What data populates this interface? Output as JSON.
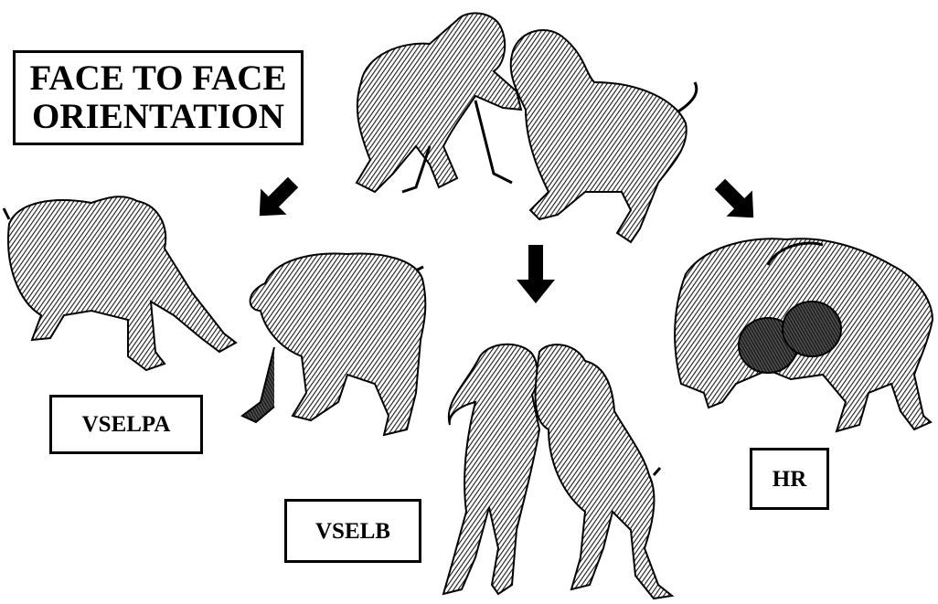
{
  "title_box": {
    "line1": "FACE TO FACE",
    "line2": "ORIENTATION"
  },
  "labels": {
    "vselpa": "VSELPA",
    "vselb": "VSELB",
    "hr": "HR"
  },
  "colors": {
    "ink": "#000000",
    "paper": "#ffffff",
    "shade": "#2a2a2a"
  },
  "arrows": [
    "arrow-down-left",
    "arrow-down",
    "arrow-down-right"
  ]
}
